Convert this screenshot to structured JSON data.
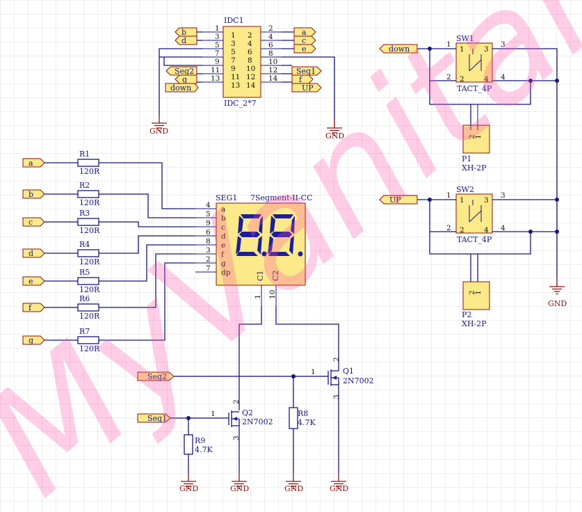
{
  "idc": {
    "ref": "IDC1",
    "value": "IDC_2*7",
    "inner_left": [
      "1",
      "3",
      "5",
      "7",
      "9",
      "11",
      "13"
    ],
    "inner_right": [
      "2",
      "4",
      "6",
      "8",
      "10",
      "12",
      "14"
    ],
    "outer_left": [
      "1",
      "3",
      "5",
      "7",
      "9",
      "11",
      "13"
    ],
    "outer_right": [
      "2",
      "4",
      "6",
      "8",
      "10",
      "12",
      "14"
    ]
  },
  "idc_ports": {
    "left": [
      "b",
      "d",
      "",
      "",
      "Seg2",
      "g",
      "down"
    ],
    "right": [
      "a",
      "c",
      "e",
      "",
      "Seg1",
      "f",
      "UP"
    ]
  },
  "seg1": {
    "ref": "SEG1",
    "value": "7Segment-II-CC",
    "pin_names": [
      "a",
      "b",
      "c",
      "d",
      "e",
      "f",
      "g",
      "dp"
    ],
    "pin_numbers": [
      "4",
      "5",
      "9",
      "6",
      "8",
      "3",
      "2",
      "7"
    ],
    "c1": "C1",
    "c2": "C2",
    "c1_pin": "1",
    "c2_pin": "10"
  },
  "resistors": [
    {
      "ref": "R1",
      "value": "120R",
      "port": "a"
    },
    {
      "ref": "R2",
      "value": "120R",
      "port": "b"
    },
    {
      "ref": "R3",
      "value": "120R",
      "port": "c"
    },
    {
      "ref": "R4",
      "value": "120R",
      "port": "d"
    },
    {
      "ref": "R5",
      "value": "120R",
      "port": "e"
    },
    {
      "ref": "R6",
      "value": "120R",
      "port": "f"
    },
    {
      "ref": "R7",
      "value": "120R",
      "port": "g"
    }
  ],
  "sw1": {
    "ref": "SW1",
    "value": "TACT_4P",
    "port": "down",
    "pins": [
      "1",
      "2",
      "3",
      "4"
    ],
    "outer": [
      "1",
      "2",
      "3",
      "4"
    ]
  },
  "sw2": {
    "ref": "SW2",
    "value": "TACT_4P",
    "port": "UP",
    "pins": [
      "1",
      "2",
      "3",
      "4"
    ],
    "outer": [
      "1",
      "2",
      "3",
      "4"
    ]
  },
  "p1": {
    "ref": "P1",
    "value": "XH-2P",
    "pins": [
      "2",
      "1"
    ]
  },
  "p2": {
    "ref": "P2",
    "value": "XH-2P",
    "pins": [
      "2",
      "1"
    ]
  },
  "q1": {
    "ref": "Q1",
    "value": "2N7002",
    "pins": [
      "1",
      "2",
      "3"
    ],
    "port": "Seg2"
  },
  "q2": {
    "ref": "Q2",
    "value": "2N7002",
    "pins": [
      "1",
      "2",
      "3"
    ],
    "port": "Seg1"
  },
  "r8": {
    "ref": "R8",
    "value": "4.7K"
  },
  "r9": {
    "ref": "R9",
    "value": "4.7K"
  },
  "gnd_label": "GND",
  "watermark": "MyVanitar",
  "colors": {
    "wire": "#15157a",
    "component": "#8a1010",
    "fill": "#fbe98a",
    "watermark": "#ff4fa8",
    "grid": "#dcdcdc"
  }
}
